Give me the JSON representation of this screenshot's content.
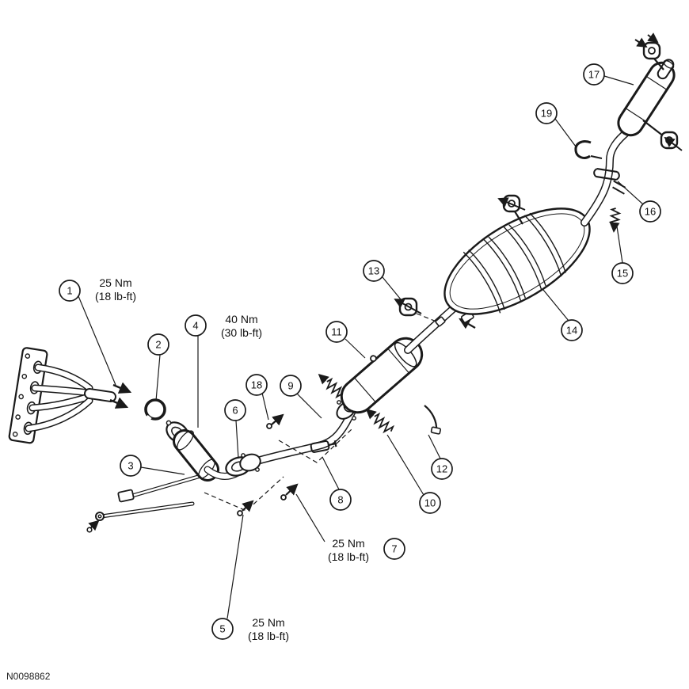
{
  "figure": {
    "code": "N0098862"
  },
  "callouts": [
    {
      "number": "1"
    },
    {
      "number": "2"
    },
    {
      "number": "3"
    },
    {
      "number": "4"
    },
    {
      "number": "5"
    },
    {
      "number": "6"
    },
    {
      "number": "7"
    },
    {
      "number": "8"
    },
    {
      "number": "9"
    },
    {
      "number": "10"
    },
    {
      "number": "11"
    },
    {
      "number": "12"
    },
    {
      "number": "13"
    },
    {
      "number": "14"
    },
    {
      "number": "15"
    },
    {
      "number": "16"
    },
    {
      "number": "17"
    },
    {
      "number": "18"
    },
    {
      "number": "19"
    }
  ],
  "torque_labels": [
    {
      "at_callout": "1",
      "line1": "25 Nm",
      "line2": "(18 lb-ft)"
    },
    {
      "at_callout": "4",
      "line1": "40 Nm",
      "line2": "(30 lb-ft)"
    },
    {
      "at_callout": "7",
      "line1": "25 Nm",
      "line2": "(18 lb-ft)"
    },
    {
      "at_callout": "5",
      "line1": "25 Nm",
      "line2": "(18 lb-ft)"
    }
  ],
  "colors": {
    "line": "#1a1a1a",
    "background": "#ffffff"
  }
}
